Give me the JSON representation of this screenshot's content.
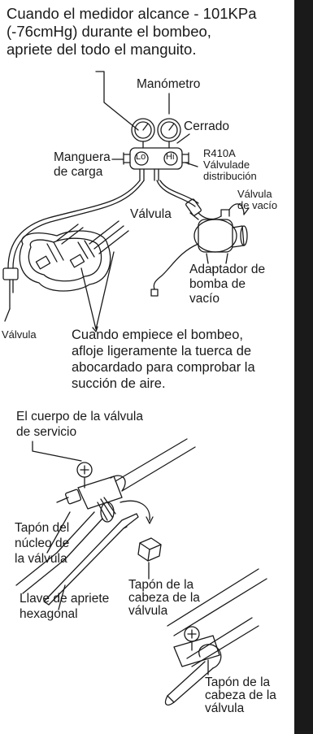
{
  "top_instruction": "Cuando el medidor alcance - 101KPa\n(-76cmHg) durante el bombeo,\napriete del todo el manguito.",
  "labels": {
    "manometro": "Manómetro",
    "cerrado": "Cerrado",
    "manguera": "Manguera\nde carga",
    "r410a": "R410A\nVálvulade\ndistribución",
    "valvula_vacio": "Válvula\nde vacío",
    "valvula_mid": "Válvula",
    "adaptador": "Adaptador de\nbomba de\nvacío",
    "valvula_left": "Válvula",
    "gauge_lo": "Lo",
    "gauge_hi": "Hi"
  },
  "mid_instruction": "Cuando empiece el bombeo,\nafloje ligeramente la tuerca de\nabocardado para comprobar la\nsucción de aire.",
  "lower_labels": {
    "cuerpo": "El cuerpo de la válvula\nde servicio",
    "tapon_nucleo": "Tapón del\nnúcleo de\nla válvula",
    "llave": "Llave de apriete\nhexagonal",
    "tapon_cabeza_1": "Tapón de la\ncabeza de la\nválvula",
    "tapon_cabeza_2": "Tapón de la\ncabeza de la\nválvula"
  }
}
